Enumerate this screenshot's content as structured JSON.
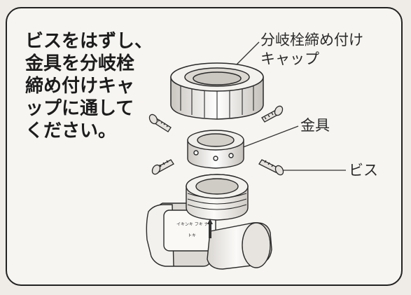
{
  "instruction": {
    "lines": [
      "ビスをはずし、",
      "金具を分岐栓",
      "締め付けキャ",
      "ップに通して",
      "ください。"
    ]
  },
  "labels": {
    "cap": [
      "分岐栓締め付け",
      "キャップ"
    ],
    "plate": "金具",
    "screw": "ビス"
  },
  "faucet_markings": [
    "イキンキ フキ ナ",
    "トキ"
  ]
}
